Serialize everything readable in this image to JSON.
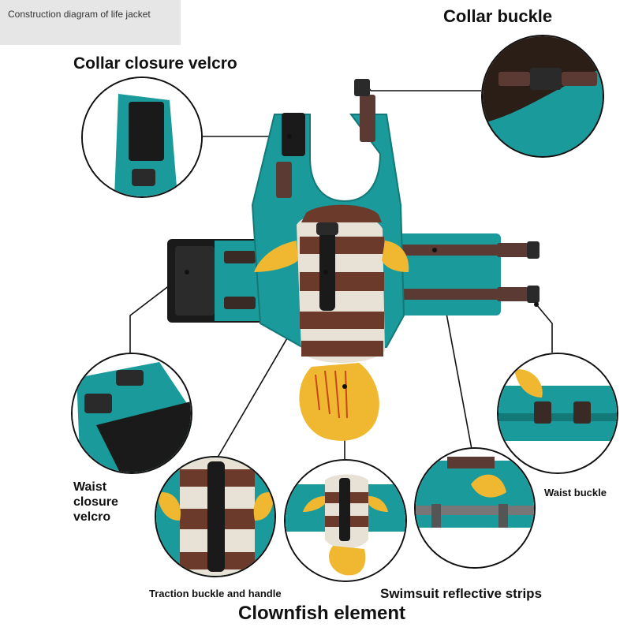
{
  "diagram": {
    "title": "Construction diagram of life jacket",
    "labels": {
      "collar_buckle": "Collar buckle",
      "collar_velcro": "Collar closure velcro",
      "waist_velcro": "Waist closure velcro",
      "waist_buckle": "Waist buckle",
      "traction": "Traction buckle and handle",
      "reflective": "Swimsuit reflective strips",
      "clownfish": "Clownfish element"
    },
    "colors": {
      "teal": "#1a9a9a",
      "teal_dark": "#127878",
      "brown": "#6b3a2a",
      "cream": "#e8e2d6",
      "yellow": "#f0b830",
      "black": "#1a1a1a",
      "strap": "#5a3a32"
    }
  }
}
